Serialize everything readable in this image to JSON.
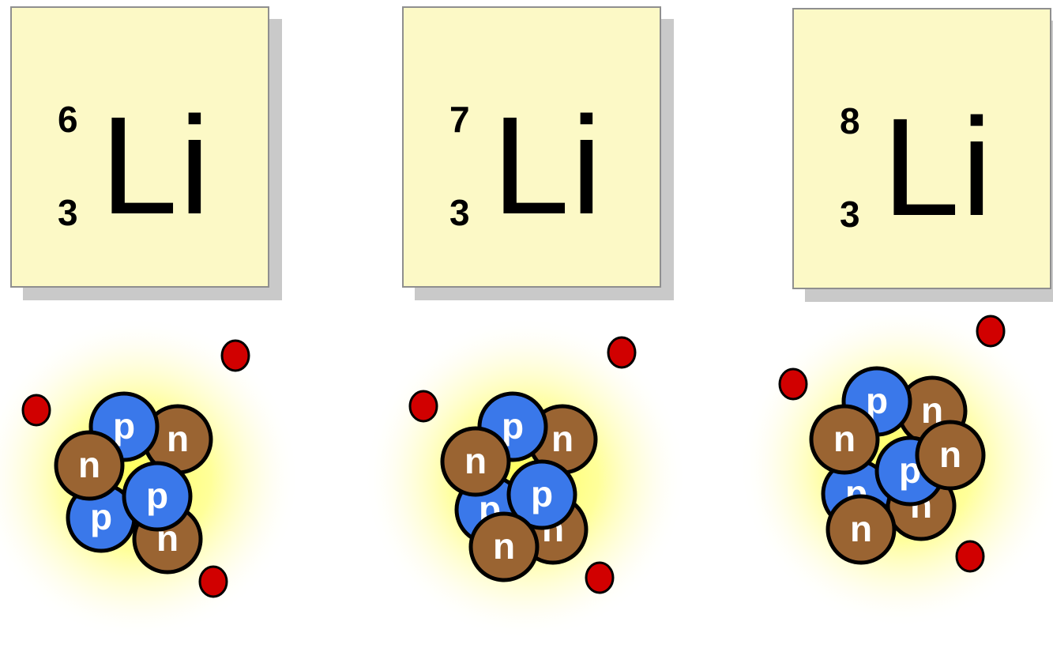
{
  "isotopes": [
    {
      "mass_number": "6",
      "atomic_number": "3",
      "symbol": "Li",
      "protons": 3,
      "neutrons": 3,
      "electrons": 3
    },
    {
      "mass_number": "7",
      "atomic_number": "3",
      "symbol": "Li",
      "protons": 3,
      "neutrons": 4,
      "electrons": 3
    },
    {
      "mass_number": "8",
      "atomic_number": "3",
      "symbol": "Li",
      "protons": 3,
      "neutrons": 5,
      "electrons": 3
    }
  ],
  "nucleon_labels": {
    "proton": "p",
    "neutron": "n"
  },
  "colors": {
    "proton": "#3a78ea",
    "neutron": "#9a6432",
    "electron": "#d10000",
    "card_background": "#fcf9c6",
    "glow": "#ffff66"
  }
}
